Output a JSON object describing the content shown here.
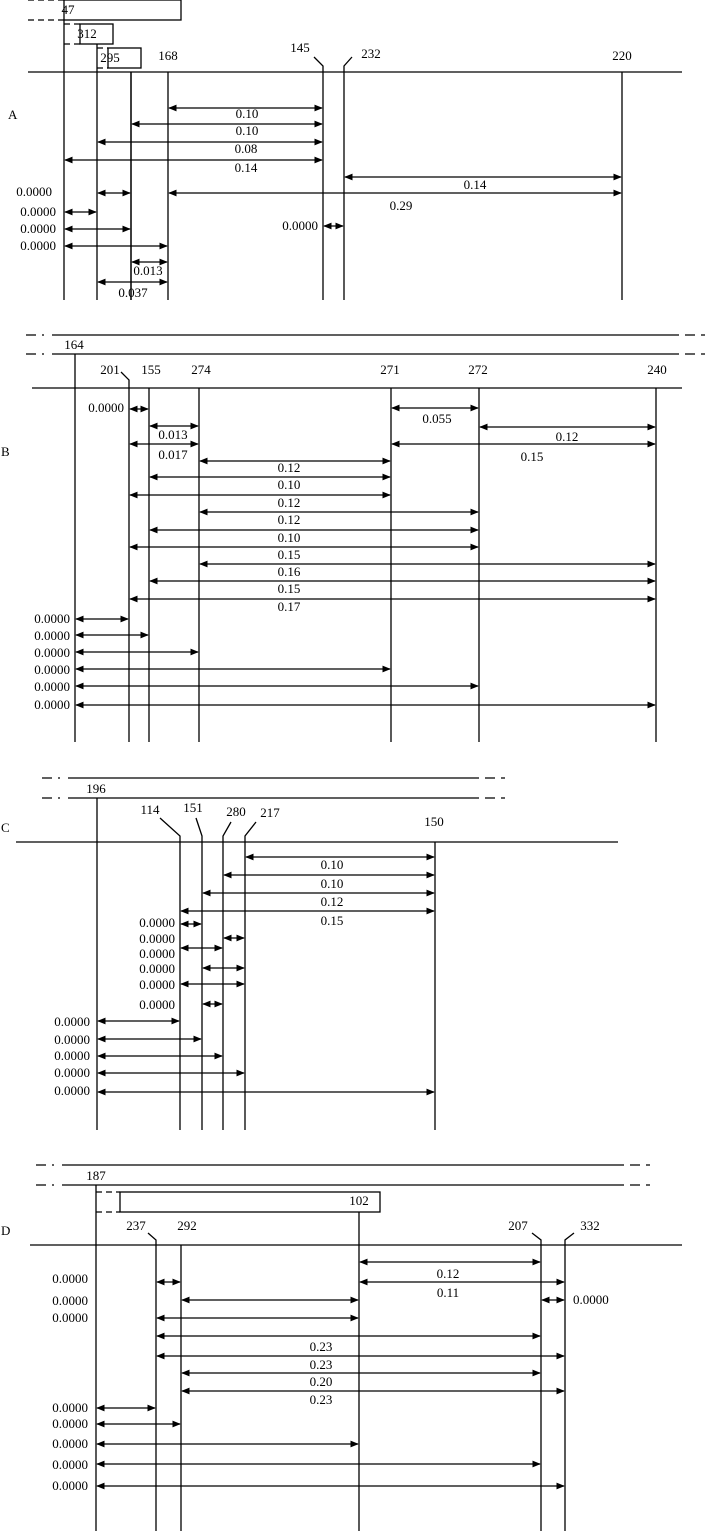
{
  "panels": [
    {
      "letter": "A",
      "taxa": [
        {
          "id": "t47",
          "label": "47"
        },
        {
          "id": "t312",
          "label": "312"
        },
        {
          "id": "t295",
          "label": "295"
        },
        {
          "id": "t168",
          "label": "168"
        },
        {
          "id": "t145",
          "label": "145"
        },
        {
          "id": "t232",
          "label": "232"
        },
        {
          "id": "t220",
          "label": "220"
        }
      ],
      "distances": [
        {
          "from": "t168",
          "to": "t145",
          "value": "0.10"
        },
        {
          "from": "t295b",
          "to": "t145",
          "value": "0.10"
        },
        {
          "from": "t312",
          "to": "t145",
          "value": "0.08"
        },
        {
          "from": "t47",
          "to": "t145",
          "value": "0.14"
        },
        {
          "from": "t232",
          "to": "t220",
          "value": "0.14"
        },
        {
          "from": "t168",
          "to": "t220",
          "value": "0.29"
        },
        {
          "from": "t312",
          "to": "t295b",
          "value": "0.0000"
        },
        {
          "from": "t47",
          "to": "t312",
          "value": "0.0000"
        },
        {
          "from": "t47",
          "to": "t295b",
          "value": "0.0000"
        },
        {
          "from": "t47",
          "to": "t168",
          "value": "0.0000"
        },
        {
          "from": "t145",
          "to": "t232",
          "value": "0.0000"
        },
        {
          "from": "t295b",
          "to": "t168",
          "value": "0.013"
        },
        {
          "from": "t312",
          "to": "t168",
          "value": "0.037"
        }
      ]
    },
    {
      "letter": "B",
      "taxa": [
        {
          "id": "t164",
          "label": "164"
        },
        {
          "id": "t201",
          "label": "201"
        },
        {
          "id": "t155",
          "label": "155"
        },
        {
          "id": "t274",
          "label": "274"
        },
        {
          "id": "t271",
          "label": "271"
        },
        {
          "id": "t272",
          "label": "272"
        },
        {
          "id": "t240",
          "label": "240"
        }
      ],
      "distances": [
        {
          "from": "t201",
          "to": "t155",
          "value": "0.0000"
        },
        {
          "from": "t155",
          "to": "t274",
          "value": "0.013"
        },
        {
          "from": "t201",
          "to": "t274",
          "value": "0.017"
        },
        {
          "from": "t271",
          "to": "t272",
          "value": "0.055"
        },
        {
          "from": "t272",
          "to": "t240",
          "value": "0.12"
        },
        {
          "from": "t271",
          "to": "t240",
          "value": "0.15"
        },
        {
          "from": "t274",
          "to": "t271",
          "value": "0.12"
        },
        {
          "from": "t155",
          "to": "t271",
          "value": "0.10"
        },
        {
          "from": "t201",
          "to": "t271",
          "value": "0.12"
        },
        {
          "from": "t274",
          "to": "t272",
          "value": "0.12"
        },
        {
          "from": "t155",
          "to": "t272",
          "value": "0.10"
        },
        {
          "from": "t201",
          "to": "t272",
          "value": "0.15"
        },
        {
          "from": "t274",
          "to": "t240",
          "value": "0.16"
        },
        {
          "from": "t155",
          "to": "t240",
          "value": "0.15"
        },
        {
          "from": "t201",
          "to": "t240",
          "value": "0.17"
        },
        {
          "from": "t164",
          "to": "t201",
          "value": "0.0000"
        },
        {
          "from": "t164",
          "to": "t155",
          "value": "0.0000"
        },
        {
          "from": "t164",
          "to": "t274",
          "value": "0.0000"
        },
        {
          "from": "t164",
          "to": "t271",
          "value": "0.0000"
        },
        {
          "from": "t164",
          "to": "t272",
          "value": "0.0000"
        },
        {
          "from": "t164",
          "to": "t240",
          "value": "0.0000"
        }
      ]
    },
    {
      "letter": "C",
      "taxa": [
        {
          "id": "t196",
          "label": "196"
        },
        {
          "id": "t114",
          "label": "114"
        },
        {
          "id": "t151",
          "label": "151"
        },
        {
          "id": "t280",
          "label": "280"
        },
        {
          "id": "t217",
          "label": "217"
        },
        {
          "id": "t150",
          "label": "150"
        }
      ],
      "distances": [
        {
          "from": "t217",
          "to": "t150",
          "value": "0.10"
        },
        {
          "from": "t280",
          "to": "t150",
          "value": "0.10"
        },
        {
          "from": "t151",
          "to": "t150",
          "value": "0.12"
        },
        {
          "from": "t114",
          "to": "t150",
          "value": "0.15"
        },
        {
          "from": "t114",
          "to": "t151",
          "value": "0.0000"
        },
        {
          "from": "t280",
          "to": "t217",
          "value": "0.0000"
        },
        {
          "from": "t114",
          "to": "t280",
          "value": "0.0000"
        },
        {
          "from": "t151",
          "to": "t217",
          "value": "0.0000"
        },
        {
          "from": "t114",
          "to": "t217",
          "value": "0.0000"
        },
        {
          "from": "t151",
          "to": "t280",
          "value": "0.0000"
        },
        {
          "from": "t196",
          "to": "t114",
          "value": "0.0000"
        },
        {
          "from": "t196",
          "to": "t151",
          "value": "0.0000"
        },
        {
          "from": "t196",
          "to": "t280",
          "value": "0.0000"
        },
        {
          "from": "t196",
          "to": "t217",
          "value": "0.0000"
        },
        {
          "from": "t196",
          "to": "t150",
          "value": "0.0000"
        }
      ]
    },
    {
      "letter": "D",
      "taxa": [
        {
          "id": "t187",
          "label": "187"
        },
        {
          "id": "t102",
          "label": "102"
        },
        {
          "id": "t237",
          "label": "237"
        },
        {
          "id": "t292",
          "label": "292"
        },
        {
          "id": "t207",
          "label": "207"
        },
        {
          "id": "t332",
          "label": "332"
        }
      ],
      "distances": [
        {
          "from": "t102",
          "to": "t207",
          "value": "0.12"
        },
        {
          "from": "t102",
          "to": "t332",
          "value": "0.11"
        },
        {
          "from": "t237",
          "to": "t292",
          "value": "0.0000"
        },
        {
          "from": "t207",
          "to": "t332",
          "value": "0.0000"
        },
        {
          "from": "t292",
          "to": "t102",
          "value": "0.0000"
        },
        {
          "from": "t237",
          "to": "t102",
          "value": "0.0000"
        },
        {
          "from": "t237",
          "to": "t207",
          "value": "0.23"
        },
        {
          "from": "t237",
          "to": "t332",
          "value": "0.23"
        },
        {
          "from": "t292",
          "to": "t207",
          "value": "0.20"
        },
        {
          "from": "t292",
          "to": "t332",
          "value": "0.23"
        },
        {
          "from": "t187",
          "to": "t237",
          "value": "0.0000"
        },
        {
          "from": "t187",
          "to": "t292",
          "value": "0.0000"
        },
        {
          "from": "t187",
          "to": "t102",
          "value": "0.0000"
        },
        {
          "from": "t187",
          "to": "t207",
          "value": "0.0000"
        },
        {
          "from": "t187",
          "to": "t332",
          "value": "0.0000"
        }
      ]
    }
  ]
}
